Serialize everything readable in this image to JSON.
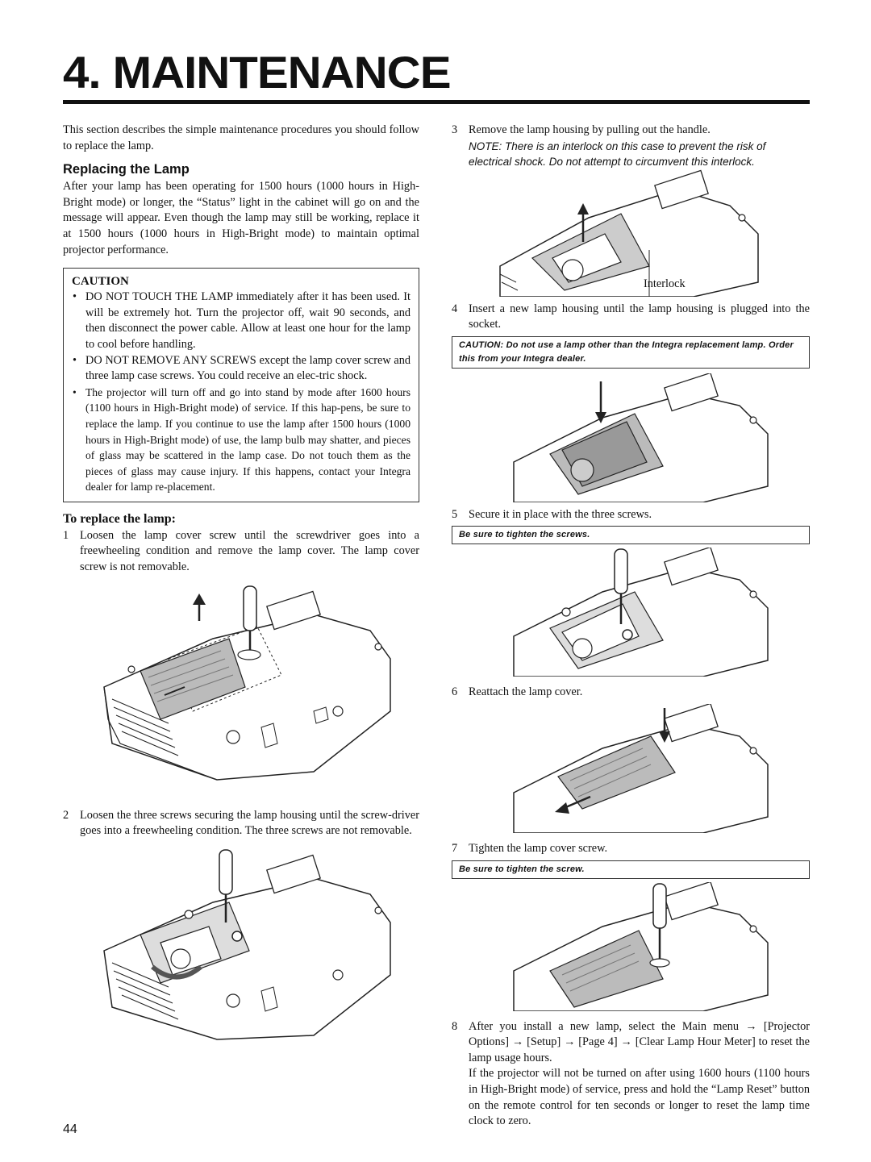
{
  "page_title": "4. MAINTENANCE",
  "intro": "This section describes the simple maintenance procedures you should follow to replace the lamp.",
  "replacing_heading": "Replacing the Lamp",
  "replacing_text": "After your lamp has been operating for 1500 hours (1000 hours in High-Bright mode) or longer, the “Status” light in the cabinet will go on and the message will appear. Even though the lamp may still be working, replace it at 1500 hours (1000 hours in High-Bright mode) to maintain optimal projector performance.",
  "caution": {
    "heading": "CAUTION",
    "items": [
      "DO NOT TOUCH THE LAMP immediately after it has been used. It will be extremely hot. Turn the projector off, wait 90 seconds, and then disconnect the power cable. Allow at least one hour for the lamp to cool before handling.",
      "DO NOT REMOVE ANY SCREWS except the lamp cover screw and three lamp case screws. You could receive an elec-tric shock.",
      "The projector will turn off and go into stand by mode after 1600 hours (1100 hours in High-Bright mode) of service. If this hap-pens, be sure to replace the lamp. If you continue to use the lamp after 1500 hours (1000 hours in High-Bright mode) of use, the lamp bulb may shatter, and pieces of glass may be scattered in the lamp case. Do not touch them as the pieces of glass may cause injury. If this happens, contact your Integra dealer for lamp re-placement."
    ]
  },
  "to_replace_heading": "To replace the lamp:",
  "steps": [
    {
      "num": "1",
      "text": "Loosen the lamp cover screw until the screwdriver goes into a freewheeling condition and remove the lamp cover. The lamp cover screw is not removable."
    },
    {
      "num": "2",
      "text": "Loosen the three screws securing the lamp housing until the screw-driver goes into a freewheeling condition. The three screws are not removable."
    },
    {
      "num": "3",
      "text": "Remove the lamp housing by pulling out the handle.",
      "note": "NOTE: There is an interlock on this case to prevent the risk of electrical shock. Do not attempt to circumvent this interlock."
    },
    {
      "num": "4",
      "text": "Insert a new lamp housing until the lamp housing is plugged into the socket.",
      "box": "CAUTION: Do not use a lamp other than the Integra replacement lamp. Order this from your Integra dealer."
    },
    {
      "num": "5",
      "text": "Secure it in place with the three screws.",
      "box": "Be sure to tighten the screws."
    },
    {
      "num": "6",
      "text": "Reattach the lamp cover."
    },
    {
      "num": "7",
      "text": "Tighten the lamp cover screw.",
      "box": "Be sure to tighten the screw."
    },
    {
      "num": "8",
      "text": "After you install a new lamp, select the Main menu → [Projector Options] → [Setup] → [Page 4] → [Clear Lamp Hour Meter] to reset the lamp usage hours.",
      "extra": "If the projector will not be turned on after using 1600 hours (1100 hours in High-Bright mode) of service, press and hold the “Lamp Reset” button on the remote control for ten seconds or longer to reset the lamp time clock to zero."
    }
  ],
  "interlock_label": "Interlock",
  "page_number": "44"
}
